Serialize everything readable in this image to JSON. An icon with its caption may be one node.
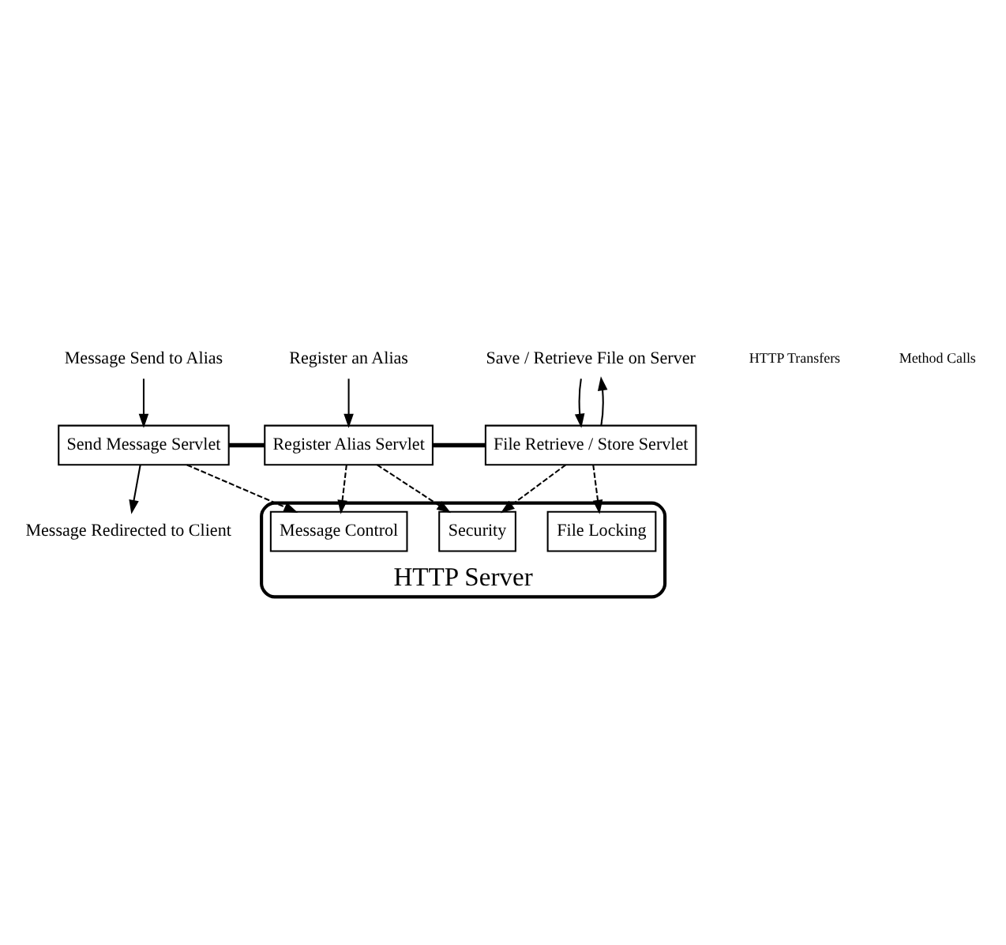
{
  "diagram": {
    "nodes": [
      {
        "text": [
          "Message Send to Alias"
        ]
      },
      {
        "text": [
          "Message Redirected to Client"
        ]
      },
      {
        "text": [
          "Register an Alias"
        ]
      },
      {
        "text": [
          "Save / Retrieve File on Server"
        ]
      },
      {
        "text": [
          "HTTP Server"
        ]
      },
      {
        "text": [
          "Send Message Servlet"
        ]
      },
      {
        "text": [
          "Register Alias Servlet"
        ]
      },
      {
        "text": [
          "File Retrieve / Store Servlet"
        ]
      },
      {
        "text": [
          "Message Control"
        ],
        "in": 4
      },
      {
        "text": [
          "Security"
        ],
        "in": 4
      },
      {
        "text": [
          "File Locking"
        ],
        "in": 4
      }
    ],
    "edges": [
      {
        "from": 0,
        "to": 5,
        "arrow": "to"
      },
      {
        "from": 5,
        "to": 1,
        "arrow": "to"
      },
      {
        "from": 2,
        "to": 6,
        "arrow": "to"
      },
      {
        "from": 3,
        "to": 7,
        "arrow": "to"
      },
      {
        "from": 7,
        "to": 3,
        "arrow": "to"
      },
      {
        "from": 5,
        "to": 6,
        "arrow": "none",
        "style": "thick"
      },
      {
        "from": 6,
        "to": 7,
        "arrow": "none",
        "style": "thick"
      },
      {
        "from": 5,
        "to": 8,
        "arrow": "to",
        "style": "dashed"
      },
      {
        "from": 6,
        "to": 8,
        "arrow": "to",
        "style": "dashed"
      },
      {
        "from": 6,
        "to": 9,
        "arrow": "to",
        "style": "dashed"
      },
      {
        "from": 7,
        "to": 9,
        "arrow": "to",
        "style": "dashed"
      },
      {
        "from": 7,
        "to": 10,
        "arrow": "to",
        "style": "dashed"
      }
    ],
    "labels": [
      "HTTP Transfers",
      "Method Calls"
    ]
  }
}
